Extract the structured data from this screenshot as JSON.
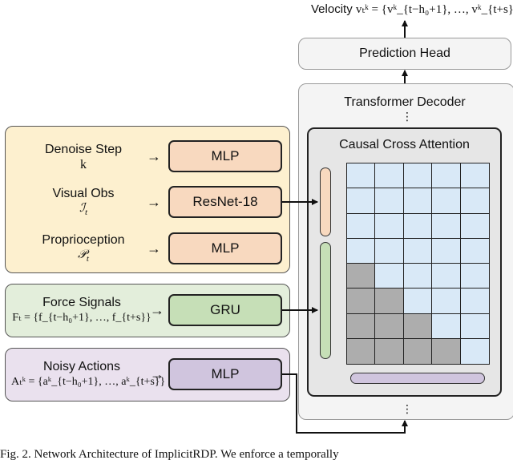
{
  "output": {
    "velocity_label": "Velocity ",
    "velocity_formula": "vₜᵏ = {vᵏ_{t−h₀+1}, …, vᵏ_{t+s}}"
  },
  "prediction_head": {
    "label": "Prediction Head"
  },
  "decoder": {
    "title": "Transformer Decoder",
    "ellipsis_top": "⋮",
    "ellipsis_bottom": "⋮",
    "attention_title": "Causal Cross Attention"
  },
  "conditions": {
    "denoise": {
      "name": "Denoise Step",
      "symbol": "k",
      "module": "MLP"
    },
    "visual": {
      "name": "Visual Obs",
      "symbol": "ℐ",
      "subscript": "t",
      "module": "ResNet-18"
    },
    "proprio": {
      "name": "Proprioception",
      "symbol": "𝒫",
      "subscript": "t",
      "module": "MLP"
    }
  },
  "force": {
    "name": "Force Signals",
    "formula": "Fₜ = {f_{t−h₀+1}, …, f_{t+s}}",
    "module": "GRU"
  },
  "noisy": {
    "name": "Noisy Actions",
    "formula": "Aₜᵏ = {aᵏ_{t−h₀+1}, …, aᵏ_{t+s}}",
    "module": "MLP"
  },
  "arrow_glyph": "→",
  "caption": "Fig. 2.   Network Architecture of ImplicitRDP. We enforce a temporally",
  "colors": {
    "condition_panel": "#fdf0cf",
    "condition_module": "#f8d9bf",
    "force_panel": "#e3eedb",
    "force_module": "#c6dfb7",
    "noisy_panel": "#eae1ee",
    "noisy_module": "#d0c5de",
    "decoder_panel": "#f4f4f4",
    "attention_panel": "#e6e6e6",
    "grid_light": "#d9e9f7",
    "grid_dark": "#adadad",
    "orange_token": "#f8d9bf",
    "green_token": "#c6dfb7",
    "purple_token": "#d0c5de"
  }
}
